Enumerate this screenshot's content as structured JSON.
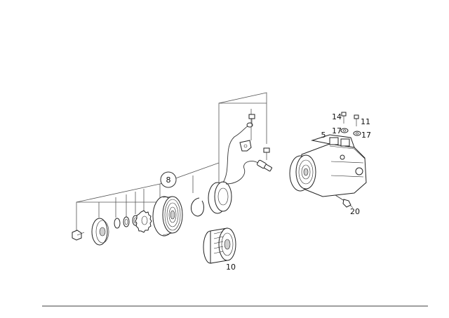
{
  "diagram": {
    "labels": {
      "p8": "8",
      "p10": "10",
      "p14": "14",
      "p11": "11",
      "p17a": "17",
      "p17b": "17",
      "p5": "5",
      "p20": "20"
    }
  }
}
